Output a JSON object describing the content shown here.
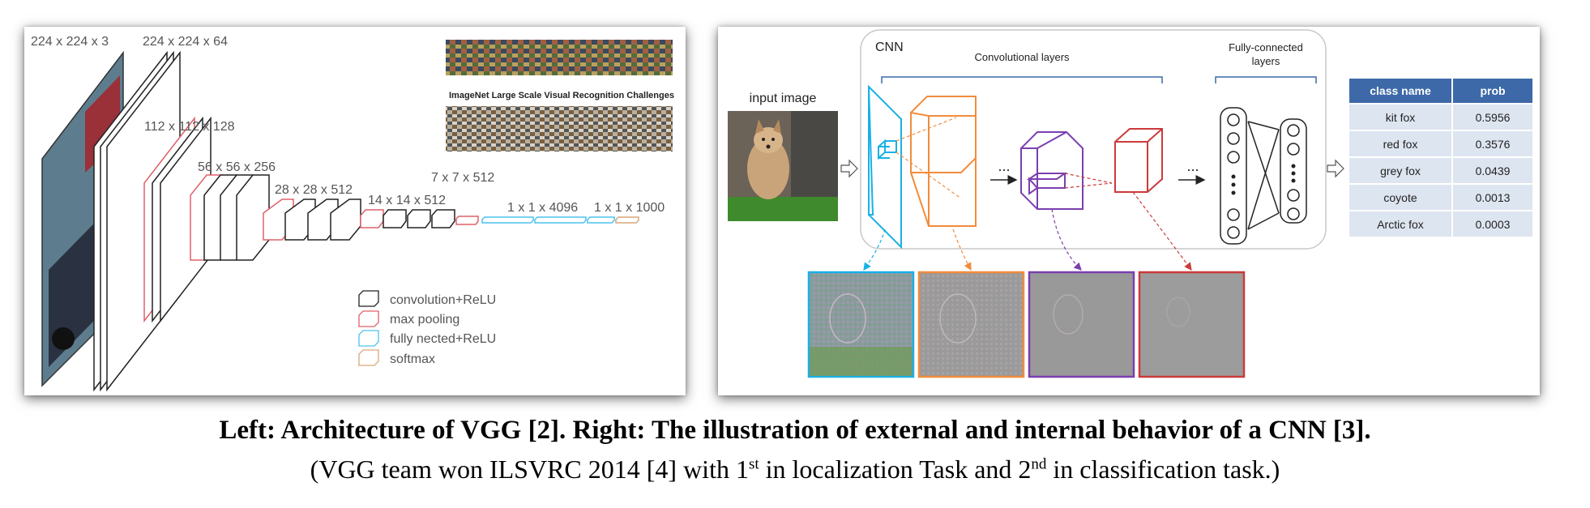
{
  "left": {
    "dims": {
      "d0": "224 x 224 x 3",
      "d1": "224 x 224 x 64",
      "d2": "112 x 112 x 128",
      "d3": "56 x 56 x 256",
      "d4": "28 x 28 x 512",
      "d5": "14 x 14 x 512",
      "d6": "7 x 7 x 512",
      "d7": "1 x 1 x 4096",
      "d8": "1 x 1 x 1000"
    },
    "imagenet_title": "ImageNet Large Scale Visual Recognition Challenges",
    "legend": {
      "conv": "convolution+ReLU",
      "pool": "max pooling",
      "fc": "fully nected+ReLU",
      "softmax": "softmax"
    },
    "colors": {
      "conv": "#222222",
      "pool": "#e0606a",
      "fc": "#4cc3ee",
      "softmax": "#d9a77a"
    }
  },
  "right": {
    "cnn_label": "CNN",
    "conv_layers_label": "Convolutional layers",
    "fc_layers_label_1": "Fully-connected",
    "fc_layers_label_2": "layers",
    "input_label": "input image",
    "ellipsis_1": "...",
    "ellipsis_2": "...",
    "table": {
      "headers": [
        "class name",
        "prob"
      ],
      "rows": [
        [
          "kit fox",
          "0.5956"
        ],
        [
          "red fox",
          "0.3576"
        ],
        [
          "grey fox",
          "0.0439"
        ],
        [
          "coyote",
          "0.0013"
        ],
        [
          "Arctic fox",
          "0.0003"
        ]
      ]
    },
    "colors": {
      "cyan": "#1ab0e6",
      "orange": "#f28c3c",
      "purple": "#7b3fb0",
      "red": "#cc3a3a",
      "header": "#3d69a8"
    }
  },
  "caption": {
    "title": "Left: Architecture of VGG [2]. Right: The illustration of external and internal behavior of a CNN [3].",
    "note_a": "(VGG team won ILSVRC 2014 [4] with 1",
    "note_sup1": "st",
    "note_b": " in localization Task and 2",
    "note_sup2": "nd",
    "note_c": " in classification task.)"
  }
}
